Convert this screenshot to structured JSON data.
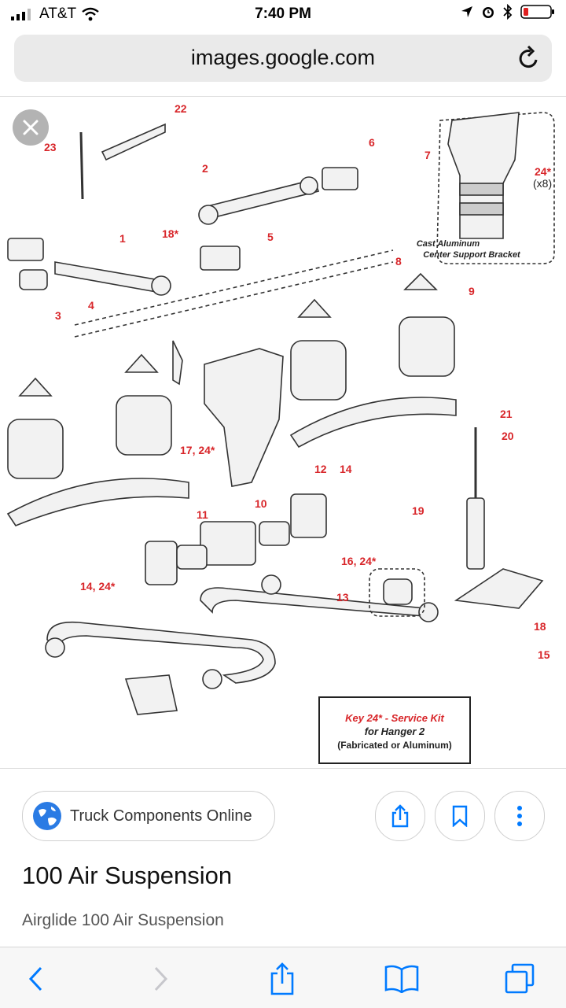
{
  "status_bar": {
    "carrier": "AT&T",
    "time": "7:40 PM"
  },
  "browser": {
    "url": "images.google.com"
  },
  "image": {
    "key_title": "Key 24* - Service Kit",
    "key_line2": "for Hanger 2",
    "key_line3": "(Fabricated or Aluminum)",
    "inset_caption1": "Cast Aluminum",
    "inset_caption2": "Center Support Bracket",
    "callouts": [
      "1",
      "2",
      "3",
      "4",
      "5",
      "6",
      "7",
      "8",
      "9",
      "10",
      "11",
      "12",
      "13",
      "14",
      "15",
      "18",
      "18*",
      "19",
      "20",
      "21",
      "22",
      "23",
      "24*",
      "(x8)",
      "14, 24*",
      "16, 24*",
      "17, 24*"
    ]
  },
  "result": {
    "source_name": "Truck Components Online",
    "title": "100 Air Suspension",
    "subtitle": "Airglide 100 Air Suspension"
  },
  "colors": {
    "accent": "#007aff",
    "callout": "#d8262a",
    "battery": "#e02020"
  }
}
